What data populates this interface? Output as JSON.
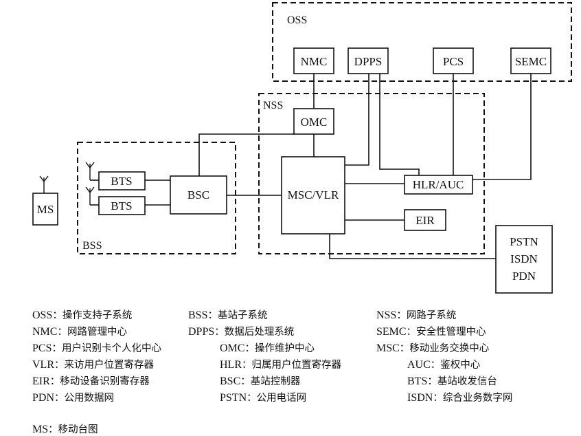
{
  "diagram": {
    "groups": {
      "oss": "OSS",
      "nss": "NSS",
      "bss": "BSS"
    },
    "nodes": {
      "nmc": "NMC",
      "dpps": "DPPS",
      "pcs": "PCS",
      "semc": "SEMC",
      "omc": "OMC",
      "msc_vlr": "MSC/VLR",
      "hlr_auc": "HLR/AUC",
      "eir": "EIR",
      "bts1": "BTS",
      "bts2": "BTS",
      "bsc": "BSC",
      "ms": "MS",
      "pstn": "PSTN",
      "isdn": "ISDN",
      "pdn": "PDN"
    }
  },
  "legend": [
    {
      "abbr": "OSS",
      "text": "操作支持子系统"
    },
    {
      "abbr": "BSS",
      "text": "基站子系统"
    },
    {
      "abbr": "NSS",
      "text": "网路子系统"
    },
    {
      "abbr": "NMC",
      "text": "网路管理中心"
    },
    {
      "abbr": "DPPS",
      "text": "数据后处理系统"
    },
    {
      "abbr": "SEMC",
      "text": "安全性管理中心"
    },
    {
      "abbr": "PCS",
      "text": "用户识别卡个人化中心"
    },
    {
      "abbr": "OMC",
      "text": "操作维护中心"
    },
    {
      "abbr": "MSC",
      "text": "移动业务交换中心"
    },
    {
      "abbr": "VLR",
      "text": "来访用户位置寄存器"
    },
    {
      "abbr": "HLR",
      "text": "归属用户位置寄存器"
    },
    {
      "abbr": "AUC",
      "text": "鉴权中心"
    },
    {
      "abbr": "EIR",
      "text": "移动设备识别寄存器"
    },
    {
      "abbr": "BSC",
      "text": "基站控制器"
    },
    {
      "abbr": "BTS",
      "text": "基站收发信台"
    },
    {
      "abbr": "PDN",
      "text": "公用数据网"
    },
    {
      "abbr": "PSTN",
      "text": "公用电话网"
    },
    {
      "abbr": "ISDN",
      "text": "综合业务数字网"
    },
    {
      "abbr": "MS",
      "text": "移动台图"
    }
  ]
}
